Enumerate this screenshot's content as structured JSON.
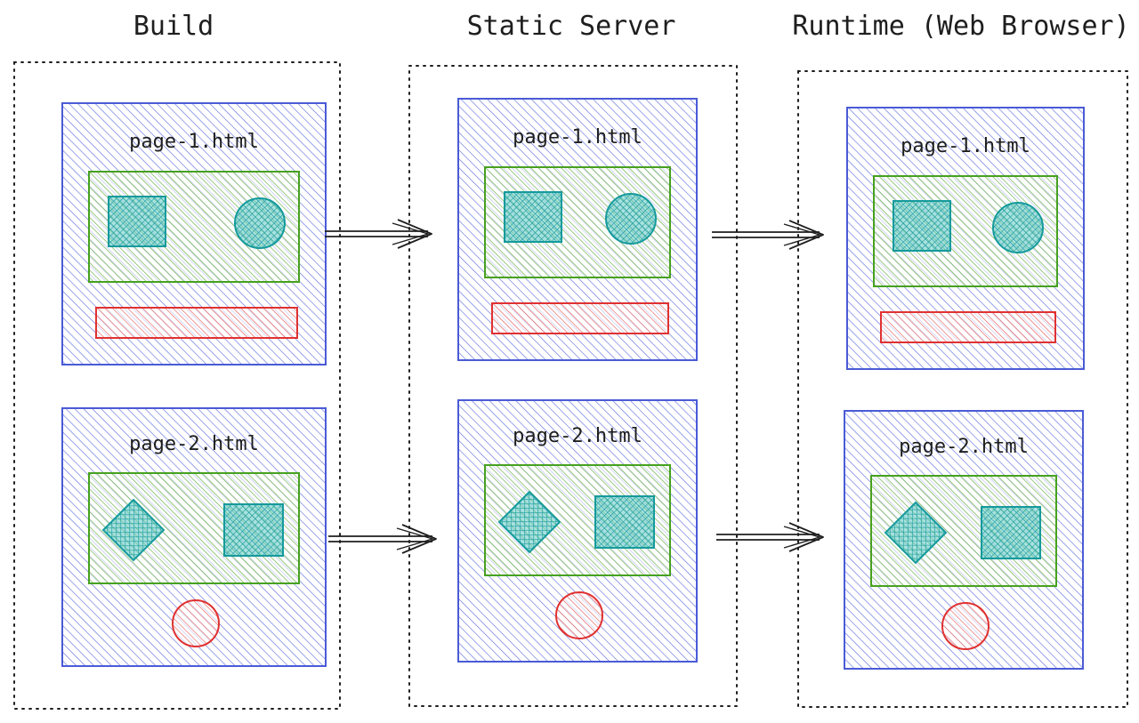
{
  "columns": [
    {
      "title": "Build",
      "pages": [
        {
          "label": "page-1.html"
        },
        {
          "label": "page-2.html"
        }
      ]
    },
    {
      "title": "Static Server",
      "pages": [
        {
          "label": "page-1.html"
        },
        {
          "label": "page-2.html"
        }
      ]
    },
    {
      "title": "Runtime (Web Browser)",
      "pages": [
        {
          "label": "page-1.html"
        },
        {
          "label": "page-2.html"
        }
      ]
    }
  ],
  "colors": {
    "page": "#4a5bd6",
    "content": "#46a11f",
    "shape": "#159a9c",
    "accent": "#e03131",
    "ink": "#1e1e1e"
  }
}
